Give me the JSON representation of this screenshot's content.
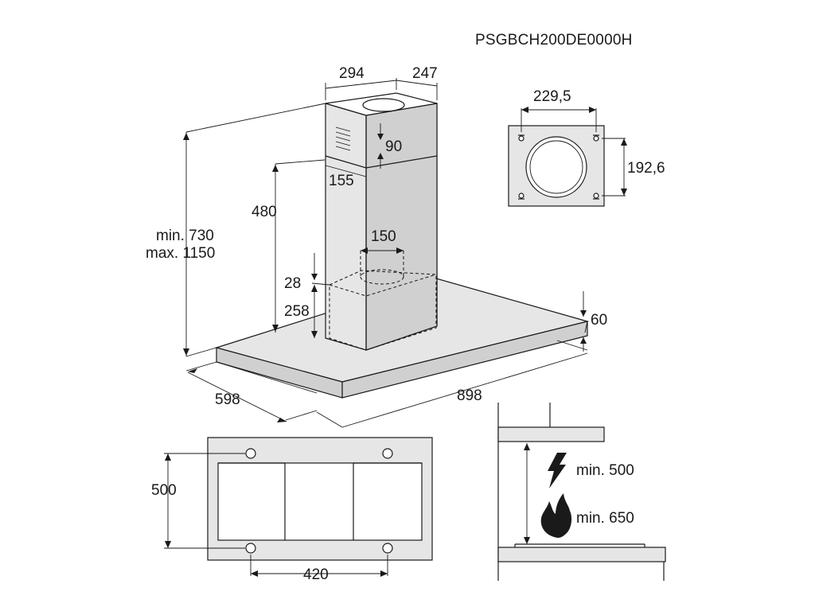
{
  "model_code": "PSGBCH200DE0000H",
  "main_view": {
    "chimney_depth": "294",
    "chimney_width": "247",
    "vent_spacing_v": "90",
    "vent_offset": "155",
    "upper_height": "480",
    "height_min": "min. 730",
    "height_max": "max. 1150",
    "outlet_diameter": "150",
    "gap_28": "28",
    "height_258": "258",
    "canopy_thickness": "60",
    "hood_depth": "598",
    "hood_width": "898"
  },
  "bracket_view": {
    "width": "229,5",
    "height": "192,6"
  },
  "top_view": {
    "depth": "500",
    "hole_spacing": "420"
  },
  "clearance_view": {
    "electric_label": "min. 500",
    "gas_label": "min. 650",
    "electric_icon": "lightning-icon",
    "gas_icon": "flame-icon"
  },
  "colors": {
    "line": "#1a1a1a",
    "steel_light": "#e6e6e6",
    "steel_dark": "#d0d0d0"
  }
}
